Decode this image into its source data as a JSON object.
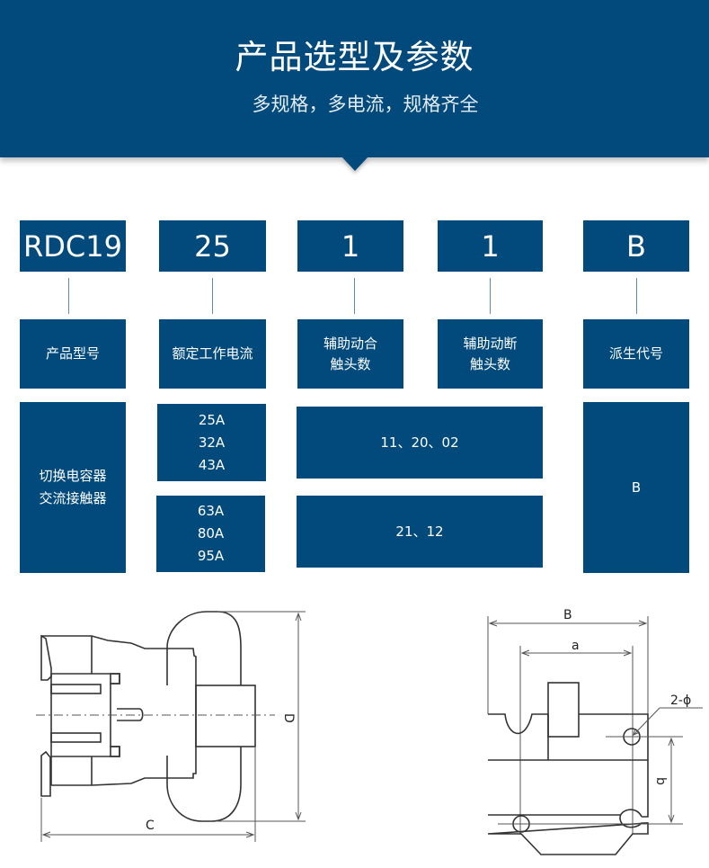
{
  "header": {
    "title": "产品选型及参数",
    "subtitle": "多规格，多电流，规格齐全"
  },
  "model_code": {
    "segments": [
      {
        "code": "RDC19",
        "label_lines": [
          "产品型号"
        ]
      },
      {
        "code": "25",
        "label_lines": [
          "额定工作电流"
        ]
      },
      {
        "code": "1",
        "label_lines": [
          "辅助动合",
          "触头数"
        ]
      },
      {
        "code": "1",
        "label_lines": [
          "辅助动断",
          "触头数"
        ]
      },
      {
        "code": "B",
        "label_lines": [
          "派生代号"
        ]
      }
    ]
  },
  "values": {
    "product_type_lines": [
      "切换电容器",
      "交流接触器"
    ],
    "current_group_1": [
      "25A",
      "32A",
      "43A"
    ],
    "current_group_2": [
      "63A",
      "80A",
      "95A"
    ],
    "contacts_group_1": "11、20、02",
    "contacts_group_2": "21、12",
    "derivative": "B"
  },
  "drawings": {
    "side_view": {
      "dim_width": "C",
      "dim_height": "D"
    },
    "front_view": {
      "dim_width": "B",
      "dim_hole_spacing_x": "a",
      "dim_hole_spacing_y": "b",
      "hole_note": "2-ϕ"
    }
  },
  "colors": {
    "brand_blue": "#024a7c"
  }
}
